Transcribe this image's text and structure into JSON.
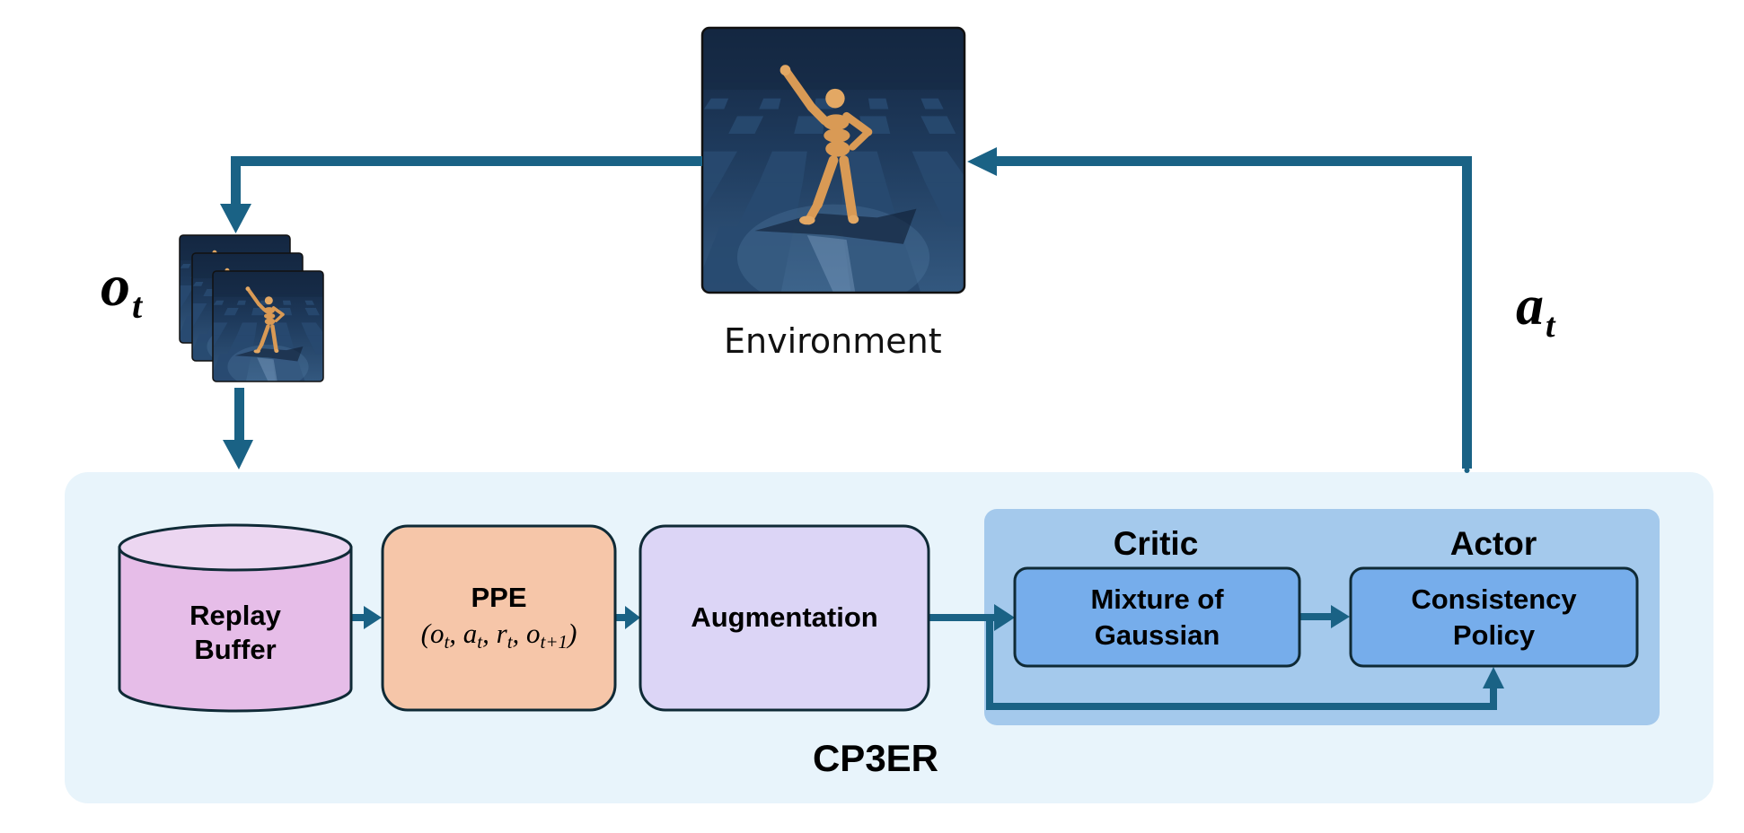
{
  "figure": {
    "title": "CP3ER",
    "environment": {
      "label": "Environment",
      "image": "humanoid-checkerboard-render"
    },
    "observation": {
      "symbol": "o",
      "subscript": "t",
      "frames": 3,
      "image": "humanoid-frame-stack"
    },
    "action": {
      "symbol": "a",
      "subscript": "t"
    },
    "pipeline": {
      "replay_buffer": {
        "line1": "Replay",
        "line2": "Buffer"
      },
      "ppe": {
        "title": "PPE",
        "tuple": [
          {
            "sym": "o",
            "sub": "t"
          },
          {
            "sym": "a",
            "sub": "t"
          },
          {
            "sym": "r",
            "sub": "t"
          },
          {
            "sym": "o",
            "sub": "t+1"
          }
        ]
      },
      "augmentation": {
        "label": "Augmentation"
      },
      "critic": {
        "heading": "Critic",
        "line1": "Mixture of",
        "line2": "Gaussian"
      },
      "actor": {
        "heading": "Actor",
        "line1": "Consistency",
        "line2": "Policy"
      }
    },
    "colors": {
      "arrow": "#1a6285",
      "outer_panel": "#e8f4fb",
      "critic_actor_panel": "#a4c9ec",
      "inner_box": "#76adeb",
      "replay_buffer": "#e6bde8",
      "replay_buffer_top": "#ecd6f1",
      "ppe": "#f6c6a9",
      "augmentation": "#dcd5f6",
      "border": "#0f2a36",
      "sky_dark": "#16294a",
      "floor_light": "#3a5e86",
      "figure_skin": "#d99a55"
    }
  }
}
